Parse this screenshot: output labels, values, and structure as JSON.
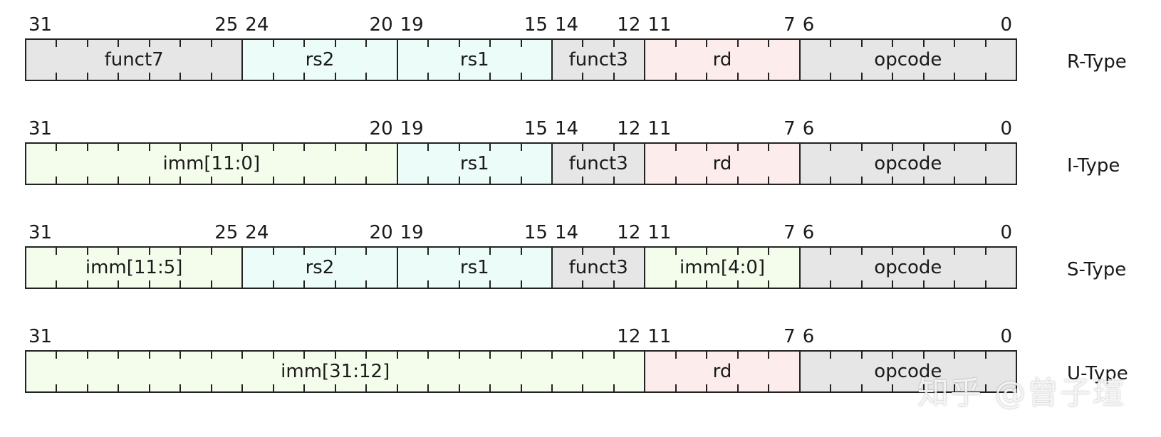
{
  "colors": {
    "funct7": "#e6e6e6",
    "rs2": "#ecfcf9",
    "rs1": "#ecfcf9",
    "funct3": "#e6e6e6",
    "rd": "#fdecec",
    "opcode": "#e6e6e6",
    "imm": "#f4fdec"
  },
  "formats": [
    {
      "type_label": "R-Type",
      "bit_labels": [
        "31",
        "25",
        "24",
        "20",
        "19",
        "15",
        "14",
        "12",
        "11",
        "7",
        "6",
        "0"
      ],
      "fields": [
        {
          "label": "funct7",
          "hi": 31,
          "lo": 25,
          "color_key": "funct7"
        },
        {
          "label": "rs2",
          "hi": 24,
          "lo": 20,
          "color_key": "rs2"
        },
        {
          "label": "rs1",
          "hi": 19,
          "lo": 15,
          "color_key": "rs1"
        },
        {
          "label": "funct3",
          "hi": 14,
          "lo": 12,
          "color_key": "funct3"
        },
        {
          "label": "rd",
          "hi": 11,
          "lo": 7,
          "color_key": "rd"
        },
        {
          "label": "opcode",
          "hi": 6,
          "lo": 0,
          "color_key": "opcode"
        }
      ]
    },
    {
      "type_label": "I-Type",
      "bit_labels": [
        "31",
        "20",
        "19",
        "15",
        "14",
        "12",
        "11",
        "7",
        "6",
        "0"
      ],
      "fields": [
        {
          "label": "imm[11:0]",
          "hi": 31,
          "lo": 20,
          "color_key": "imm"
        },
        {
          "label": "rs1",
          "hi": 19,
          "lo": 15,
          "color_key": "rs1"
        },
        {
          "label": "funct3",
          "hi": 14,
          "lo": 12,
          "color_key": "funct3"
        },
        {
          "label": "rd",
          "hi": 11,
          "lo": 7,
          "color_key": "rd"
        },
        {
          "label": "opcode",
          "hi": 6,
          "lo": 0,
          "color_key": "opcode"
        }
      ]
    },
    {
      "type_label": "S-Type",
      "bit_labels": [
        "31",
        "25",
        "24",
        "20",
        "19",
        "15",
        "14",
        "12",
        "11",
        "7",
        "6",
        "0"
      ],
      "fields": [
        {
          "label": "imm[11:5]",
          "hi": 31,
          "lo": 25,
          "color_key": "imm"
        },
        {
          "label": "rs2",
          "hi": 24,
          "lo": 20,
          "color_key": "rs2"
        },
        {
          "label": "rs1",
          "hi": 19,
          "lo": 15,
          "color_key": "rs1"
        },
        {
          "label": "funct3",
          "hi": 14,
          "lo": 12,
          "color_key": "funct3"
        },
        {
          "label": "imm[4:0]",
          "hi": 11,
          "lo": 7,
          "color_key": "imm"
        },
        {
          "label": "opcode",
          "hi": 6,
          "lo": 0,
          "color_key": "opcode"
        }
      ]
    },
    {
      "type_label": "U-Type",
      "bit_labels": [
        "31",
        "12",
        "11",
        "7",
        "6",
        "0"
      ],
      "fields": [
        {
          "label": "imm[31:12]",
          "hi": 31,
          "lo": 12,
          "color_key": "imm"
        },
        {
          "label": "rd",
          "hi": 11,
          "lo": 7,
          "color_key": "rd"
        },
        {
          "label": "opcode",
          "hi": 6,
          "lo": 0,
          "color_key": "opcode"
        }
      ]
    }
  ],
  "watermark": "知乎 @曾子瑄"
}
